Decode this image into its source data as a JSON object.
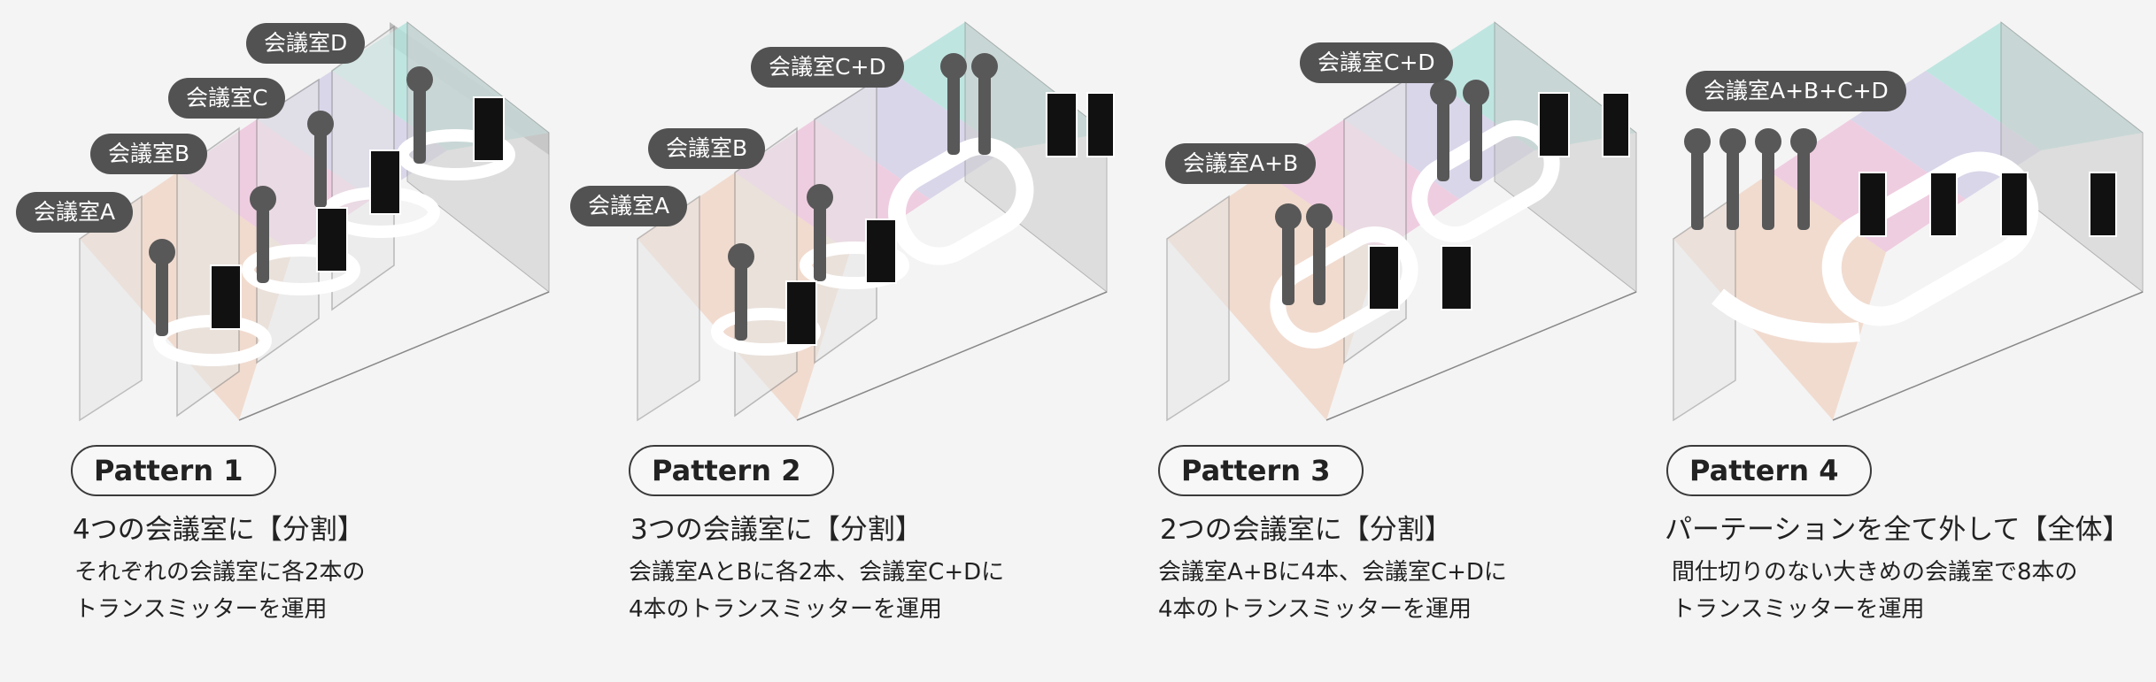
{
  "patterns": [
    {
      "pattern_label": "Pattern 1",
      "heading": "4つの会議室に【分割】",
      "desc_line1": "それぞれの会議室に各2本の",
      "desc_line2": "トランスミッターを運用",
      "room_labels": [
        "会議室D",
        "会議室C",
        "会議室B",
        "会議室A"
      ]
    },
    {
      "pattern_label": "Pattern 2",
      "heading": "3つの会議室に【分割】",
      "desc_line1": "会議室AとBに各2本、会議室C+Dに",
      "desc_line2": "4本のトランスミッターを運用",
      "room_labels": [
        "会議室C+D",
        "会議室B",
        "会議室A"
      ]
    },
    {
      "pattern_label": "Pattern 3",
      "heading": "2つの会議室に【分割】",
      "desc_line1": "会議室A+Bに4本、会議室C+Dに",
      "desc_line2": "4本のトランスミッターを運用",
      "room_labels": [
        "会議室C+D",
        "会議室A+B"
      ]
    },
    {
      "pattern_label": "Pattern 4",
      "heading": "パーテーションを全て外して【全体】",
      "desc_line1": "間仕切りのない大きめの会議室で8本の",
      "desc_line2": "トランスミッターを運用",
      "room_labels": [
        "会議室A+B+C+D"
      ]
    }
  ],
  "colors": {
    "room_a": "#f0d6c8",
    "room_b": "#edc5dc",
    "room_c": "#d3d0e6",
    "room_d": "#b5e2dc",
    "label_bg": "#525252",
    "mic": "#585858"
  }
}
